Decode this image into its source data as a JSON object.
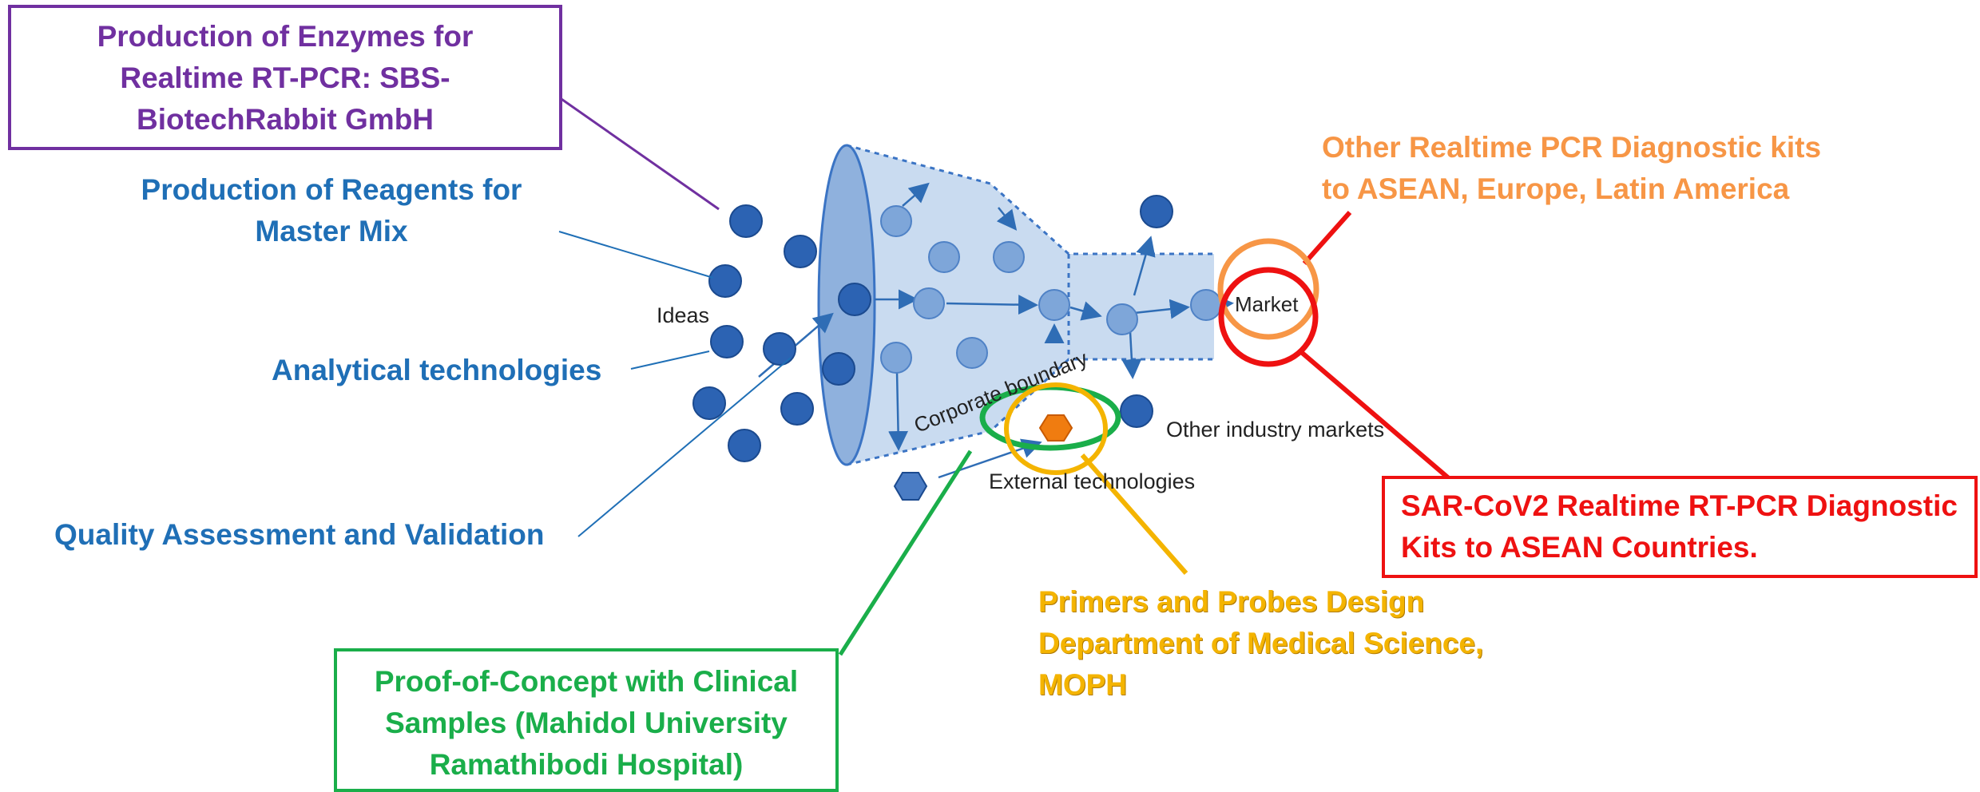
{
  "colors": {
    "purple": "#7030a0",
    "blue": "#1f6fb6",
    "orange": "#f79646",
    "red": "#ee1111",
    "yellow": "#f4b400",
    "green": "#1aae4a",
    "funnel_fill": "#c9dbf0",
    "node": "#3b74c4"
  },
  "funnel": {
    "ideas": "Ideas",
    "market": "Market",
    "corporate_boundary": "Corporate boundary",
    "other_industry_markets": "Other industry markets",
    "external_technologies": "External technologies"
  },
  "callouts": {
    "enzymes": [
      "Production of Enzymes for",
      "Realtime RT-PCR: SBS-",
      "BiotechRabbit GmbH"
    ],
    "reagents": [
      "Production of Reagents for",
      "Master Mix"
    ],
    "analytical": "Analytical technologies",
    "quality": "Quality Assessment and Validation",
    "other_kits": [
      "Other Realtime PCR Diagnostic kits",
      "to ASEAN, Europe, Latin America"
    ],
    "sars_kits": [
      "SAR-CoV2 Realtime RT-PCR Diagnostic",
      "Kits to ASEAN Countries."
    ],
    "primers": [
      "Primers and Probes Design",
      "Department of Medical Science,",
      "MOPH"
    ],
    "proof": [
      "Proof-of-Concept with Clinical",
      "Samples (Mahidol University",
      "Ramathibodi Hospital)"
    ]
  }
}
